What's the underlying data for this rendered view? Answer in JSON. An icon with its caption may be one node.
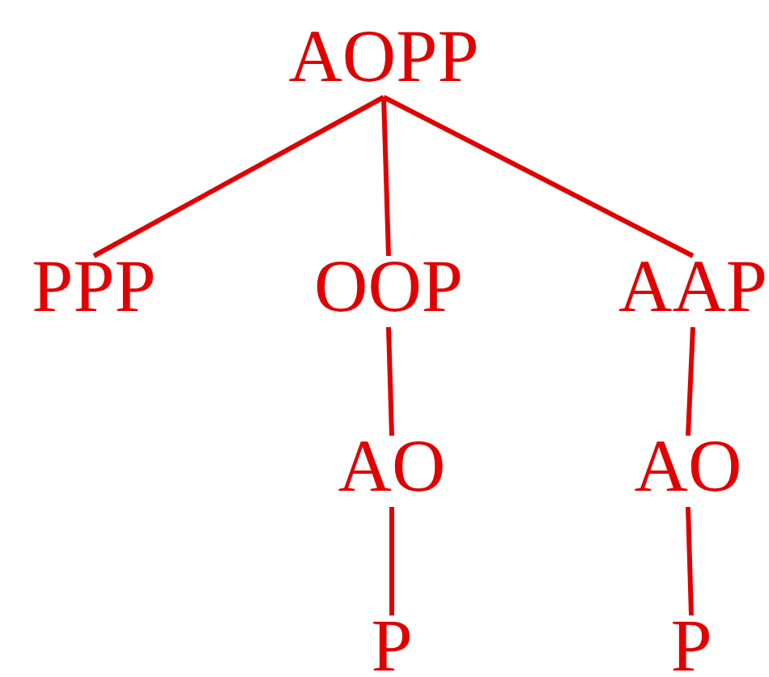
{
  "diagram": {
    "nodes": [
      {
        "text": [
          "AOPP"
        ]
      },
      {
        "text": [
          "PPP"
        ]
      },
      {
        "text": [
          "OOP"
        ]
      },
      {
        "text": [
          "AAP"
        ]
      },
      {
        "text": [
          "AO"
        ]
      },
      {
        "text": [
          "AO"
        ]
      },
      {
        "text": [
          "P"
        ]
      },
      {
        "text": [
          "P"
        ]
      }
    ],
    "edges": [
      {
        "from": 0,
        "to": 1,
        "arrow": "none"
      },
      {
        "from": 0,
        "to": 2,
        "arrow": "none"
      },
      {
        "from": 0,
        "to": 3,
        "arrow": "none"
      },
      {
        "from": 2,
        "to": 4,
        "arrow": "none"
      },
      {
        "from": 3,
        "to": 5,
        "arrow": "none"
      },
      {
        "from": 4,
        "to": 6,
        "arrow": "none"
      },
      {
        "from": 5,
        "to": 7,
        "arrow": "none"
      }
    ]
  }
}
